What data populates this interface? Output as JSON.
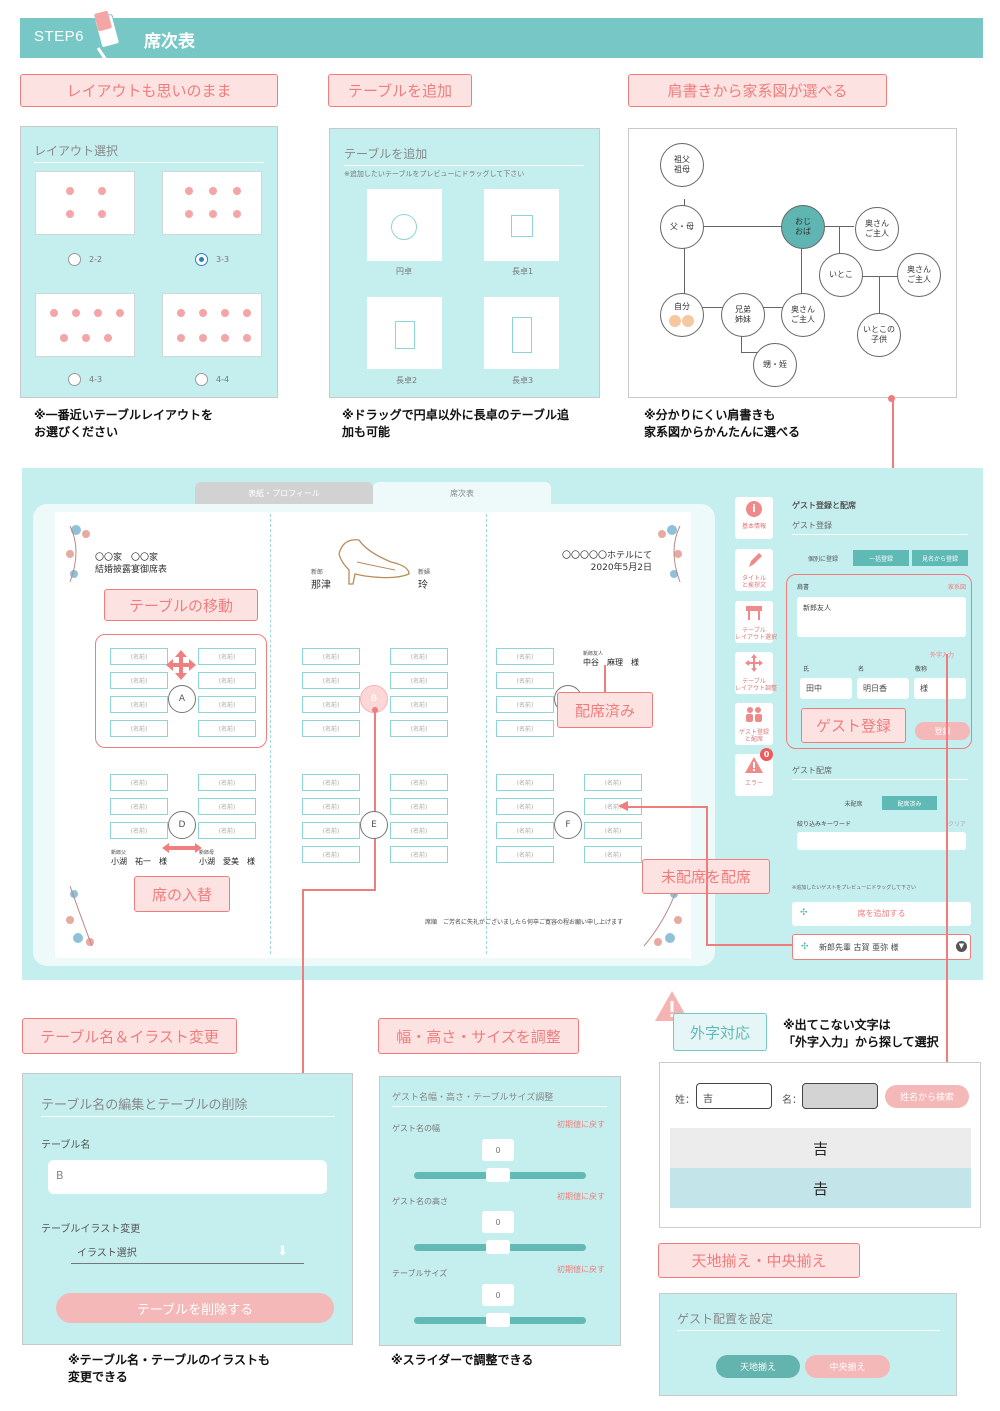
{
  "header": {
    "step": "STEP6",
    "title": "席次表"
  },
  "layout_section": {
    "tag": "レイアウトも思いのまま",
    "panel_title": "レイアウト選択",
    "options": [
      "2-2",
      "3-3",
      "4-3",
      "4-4"
    ],
    "selected": "3-3",
    "note": [
      "※一番近いテーブルレイアウトを",
      "お選びください"
    ]
  },
  "add_table_section": {
    "tag": "テーブルを追加",
    "panel_title": "テーブルを追加",
    "instruction": "※追加したいテーブルをプレビューにドラッグして下さい",
    "tables": [
      "円卓",
      "長卓1",
      "長卓2",
      "長卓3"
    ],
    "note": [
      "※ドラッグで円卓以外に長卓のテーブル追",
      "加も可能"
    ]
  },
  "family_section": {
    "tag": "肩書きから家系図が選べる",
    "nodes": {
      "grandparents": "祖父\n祖母",
      "parents": "父・母",
      "uncle_aunt": "おじ\nおば",
      "spouse1": "奥さん\nご主人",
      "cousin": "いとこ",
      "spouse2": "奥さん\nご主人",
      "self": "自分",
      "siblings": "兄弟\n姉妹",
      "spouse3": "奥さん\nご主人",
      "cousin_child": "いとこの\n子供",
      "niece": "甥・姪"
    },
    "note": [
      "※分かりにくい肩書きも",
      "家系図からかんたんに選べる"
    ]
  },
  "editor": {
    "tabs": [
      "表紙・プロフィール",
      "席次表"
    ],
    "header_left": [
      "〇〇家　〇〇家",
      "結婚披露宴御席表"
    ],
    "groom_label": "新郎",
    "groom_name": "那津",
    "bride_label": "新婦",
    "bride_name": "玲",
    "header_right": [
      "〇〇〇〇〇ホテルにて",
      "2020年5月2日"
    ],
    "slot_text": "(名前)",
    "tables": [
      "A",
      "B",
      "C",
      "D",
      "E",
      "F"
    ],
    "seated_guest": {
      "title": "新郎友人",
      "name": "中谷　麻理　様"
    },
    "swap_guests": [
      {
        "title": "新郎父",
        "name": "小湖　祐一　様"
      },
      {
        "title": "新郎母",
        "name": "小湖　愛美　様"
      }
    ],
    "footer": "席順　ご芳名に失礼がございましたら何卒ご寛容の程お願い申し上げます",
    "callouts": {
      "move": "テーブルの移動",
      "swap": "席の入替",
      "seated": "配席済み",
      "unseated": "未配席を配席"
    },
    "sidebar": [
      {
        "label": "基本情報"
      },
      {
        "label": "タイトル\nと挨拶文"
      },
      {
        "label": "テーブル\nレイアウト選択"
      },
      {
        "label": "テーブル\nレイアウト調整"
      },
      {
        "label": "ゲスト登録\nと配席"
      },
      {
        "label": "エラー",
        "badge": "0"
      }
    ],
    "right_panel": {
      "title": "ゲスト登録と配席",
      "register_title": "ゲスト登録",
      "register_tabs": [
        "個別に登録",
        "一括登録",
        "見名から登録"
      ],
      "relation_label": "肩書",
      "family_tree_link": "家系図",
      "relation_value": "新郎友人",
      "gaiji_link": "外字入力",
      "last_label": "氏",
      "first_label": "名",
      "honorific_label": "敬称",
      "last_value": "田中",
      "first_value": "明日香",
      "honorific_value": "様",
      "register_callout": "ゲスト登録",
      "register_button": "登録",
      "seating_title": "ゲスト配席",
      "seating_tabs": [
        "未配席",
        "配席済み"
      ],
      "filter_label": "絞り込みキーワード",
      "clear_link": "クリア",
      "drag_note": "※追加したいゲストをプレビューにドラッグして下さい",
      "add_seat": "席を追加する",
      "guest_item": "新郎先輩 古賀 亜弥 様"
    }
  },
  "table_edit_section": {
    "tag": "テーブル名＆イラスト変更",
    "panel_title": "テーブル名の編集とテーブルの削除",
    "name_label": "テーブル名",
    "name_value": "B",
    "illust_label": "テーブルイラスト変更",
    "illust_select": "イラスト選択",
    "delete_button": "テーブルを削除する",
    "note": [
      "※テーブル名・テーブルのイラストも",
      "変更できる"
    ]
  },
  "size_section": {
    "tag": "幅・高さ・サイズを調整",
    "panel_title": "ゲスト名幅・高さ・テーブルサイズ調整",
    "rows": [
      {
        "label": "ゲスト名の幅",
        "value": 0
      },
      {
        "label": "ゲスト名の高さ",
        "value": 0
      },
      {
        "label": "テーブルサイズ",
        "value": 0
      }
    ],
    "reset_label": "初期値に戻す",
    "note": "※スライダーで調整できる"
  },
  "gaiji_section": {
    "tag": "外字対応",
    "note": [
      "※出てこない文字は",
      "「外字入力」から探して選択"
    ],
    "last_label": "姓：",
    "last_value": "吉",
    "first_label": "名：",
    "search_button": "姓名から検索",
    "candidates": [
      "吉",
      "𠮷"
    ]
  },
  "align_section": {
    "tag": "天地揃え・中央揃え",
    "panel_title": "ゲスト配置を設定",
    "buttons": [
      "天地揃え",
      "中央揃え"
    ]
  },
  "colors": {
    "teal": "#76c7c5",
    "mint": "#c5eeee",
    "accent_red": "#f07d7d",
    "pink": "#fde2e2"
  }
}
